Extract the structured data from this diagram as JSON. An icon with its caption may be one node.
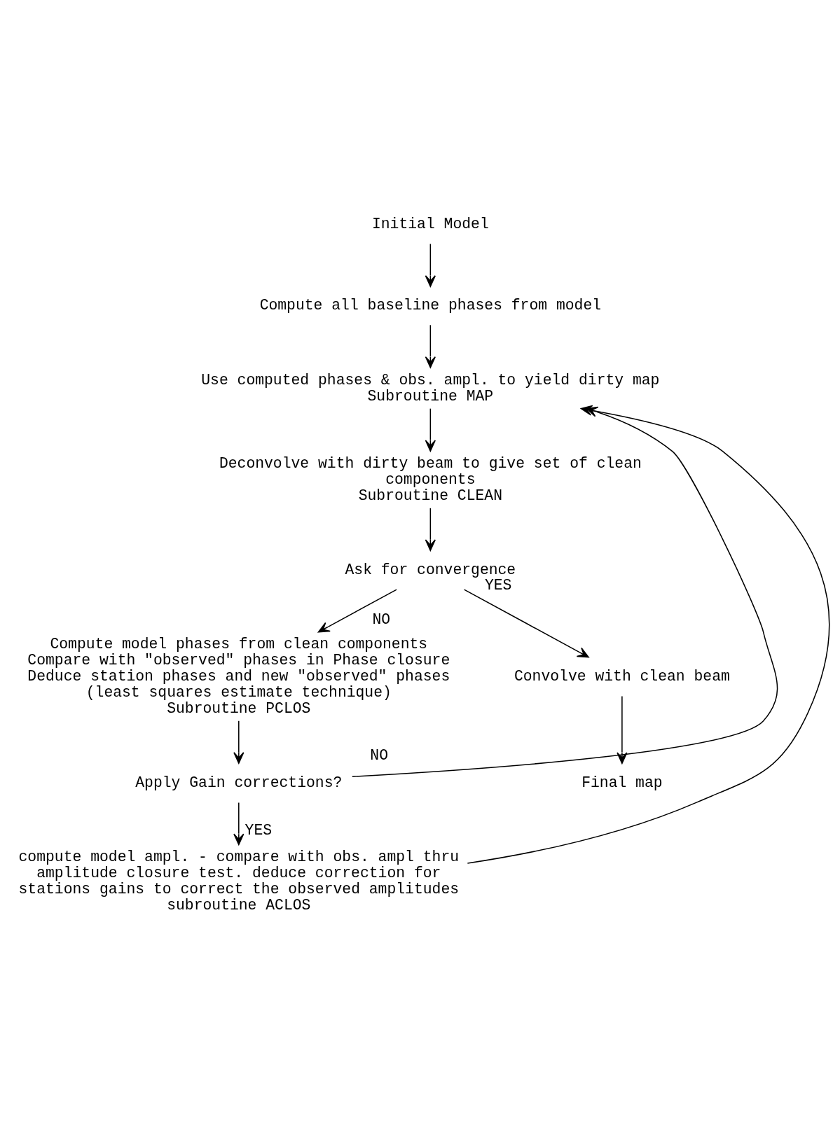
{
  "diagram": {
    "nodes": [
      {
        "text": [
          "Initial Model"
        ]
      },
      {
        "text": [
          "Compute all baseline phases from model"
        ]
      },
      {
        "text": [
          "Use computed phases & obs. ampl. to yield dirty map",
          "Subroutine MAP"
        ]
      },
      {
        "text": [
          "Deconvolve with dirty beam to give set of clean components",
          "Subroutine CLEAN"
        ]
      },
      {
        "text": [
          "Ask for convergence"
        ]
      },
      {
        "text": [
          "Compute model phases from clean components",
          "Compare with \"observed\" phases in Phase closure",
          "Deduce station phases and new \"observed\" phases",
          "(least squares estimate technique)",
          "Subroutine PCLOS"
        ]
      },
      {
        "text": [
          "Apply Gain corrections?"
        ]
      },
      {
        "text": [
          "compute model ampl. - compare with obs. ampl thru amplitude closure test. deduce correction for stations gains to correct the observed amplitudes",
          "subroutine ACLOS"
        ]
      },
      {
        "text": [
          "Convolve with clean beam"
        ]
      },
      {
        "text": [
          "Final map"
        ]
      }
    ],
    "edges": [
      {
        "from": 0,
        "to": 1,
        "arrow": "to"
      },
      {
        "from": 1,
        "to": 2,
        "arrow": "to"
      },
      {
        "from": 2,
        "to": 3,
        "arrow": "to"
      },
      {
        "from": 3,
        "to": 4,
        "arrow": "to"
      },
      {
        "from": 4,
        "to": 5,
        "arrow": "to",
        "label": "NO"
      },
      {
        "from": 5,
        "to": 6,
        "arrow": "to"
      },
      {
        "from": 6,
        "to": 7,
        "arrow": "to",
        "label": "YES"
      },
      {
        "from": 4,
        "to": 8,
        "arrow": "to",
        "label": "YES"
      },
      {
        "from": 6,
        "to": 2,
        "arrow": "to",
        "label": "NO"
      },
      {
        "from": 7,
        "to": 2,
        "arrow": "to"
      },
      {
        "from": 8,
        "to": 9,
        "arrow": "to"
      }
    ]
  }
}
